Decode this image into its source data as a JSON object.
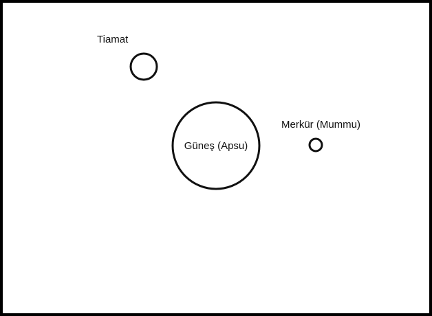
{
  "diagram": {
    "bodies": [
      {
        "id": "tiamat",
        "label": "Tiamat"
      },
      {
        "id": "sun",
        "label": "Güneş (Apsu)"
      },
      {
        "id": "mercury",
        "label": "Merkür (Mummu)"
      }
    ]
  },
  "colors": {
    "border": "#000000",
    "stroke": "#111111",
    "background": "#ffffff"
  }
}
